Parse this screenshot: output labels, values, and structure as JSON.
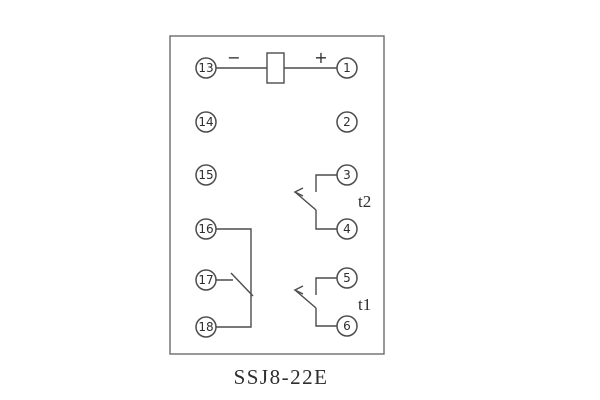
{
  "diagram": {
    "caption": "SSJ8-22E",
    "polarity": {
      "minus": "−",
      "plus": "+"
    },
    "contact_labels": {
      "t1": "t1",
      "t2": "t2"
    },
    "terminals": {
      "left": [
        "13",
        "14",
        "15",
        "16",
        "17",
        "18"
      ],
      "right": [
        "1",
        "2",
        "3",
        "4",
        "5",
        "6"
      ]
    }
  }
}
